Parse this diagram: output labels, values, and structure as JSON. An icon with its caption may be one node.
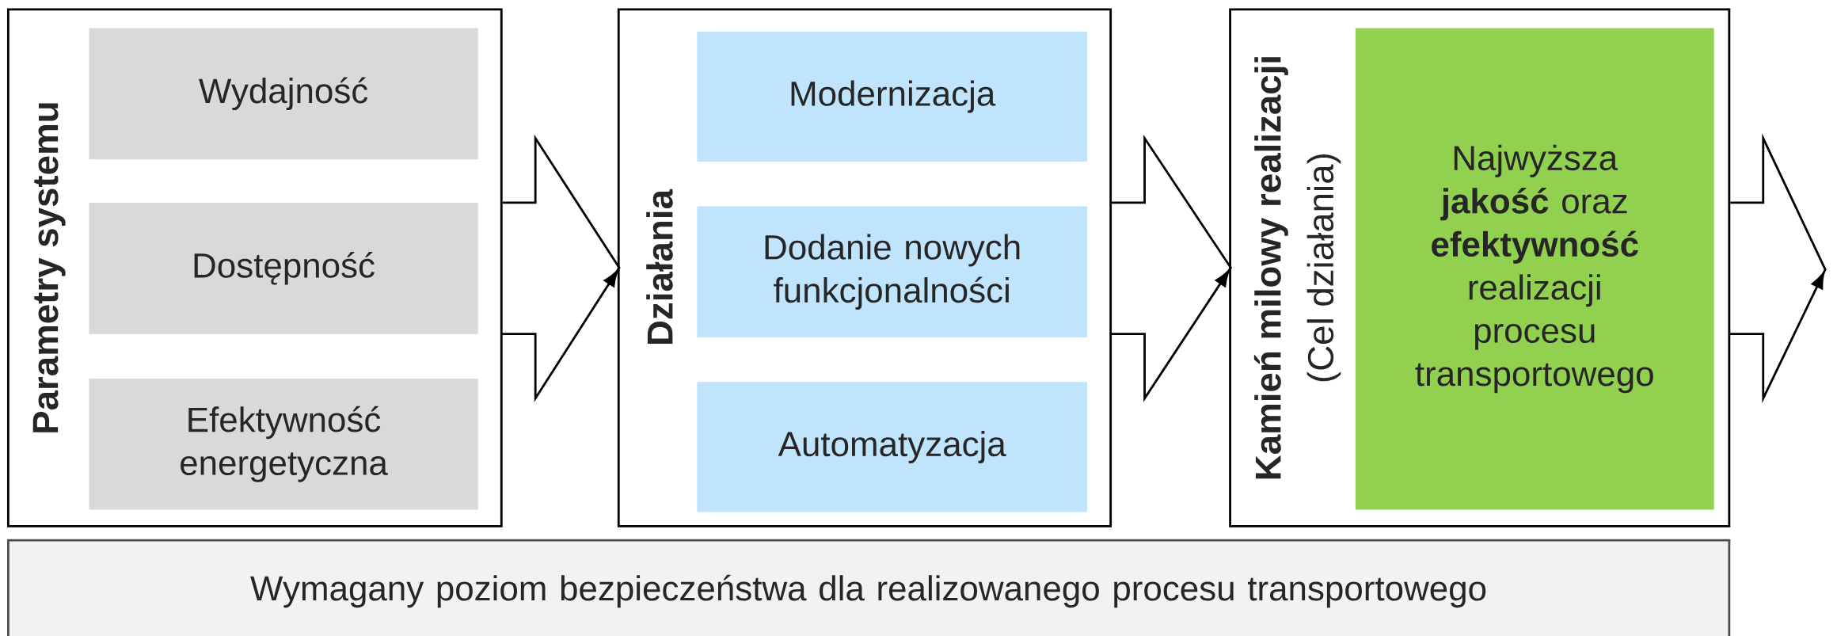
{
  "diagram": {
    "nodes": [
      {
        "text": [
          "Parametry systemu"
        ]
      },
      {
        "text": [
          "Wydajność"
        ],
        "in": 0
      },
      {
        "text": [
          "Dostępność"
        ],
        "in": 0
      },
      {
        "text": [
          "Efektywność energetyczna"
        ],
        "in": 0
      },
      {
        "text": [
          "Działania"
        ]
      },
      {
        "text": [
          "Modernizacja"
        ],
        "in": 4
      },
      {
        "text": [
          "Dodanie nowych funkcjonalności"
        ],
        "in": 4
      },
      {
        "text": [
          "Automatyzacja"
        ],
        "in": 4
      },
      {
        "text": [
          "Kamień milowy realizacji",
          "(Cel działania)"
        ]
      },
      {
        "text": [
          "Najwyższa **jakość** oraz **efektywność** realizacji procesu transportowego"
        ],
        "in": 8
      },
      {
        "text": [
          "Wymagany poziom bezpieczeństwa dla realizowanego procesu transportowego"
        ]
      }
    ],
    "edges": [
      {
        "from": 0,
        "to": 4,
        "arrow": "to"
      },
      {
        "from": 4,
        "to": 8,
        "arrow": "to"
      },
      {
        "from": 8,
        "to": null,
        "arrow": "to"
      }
    ]
  }
}
